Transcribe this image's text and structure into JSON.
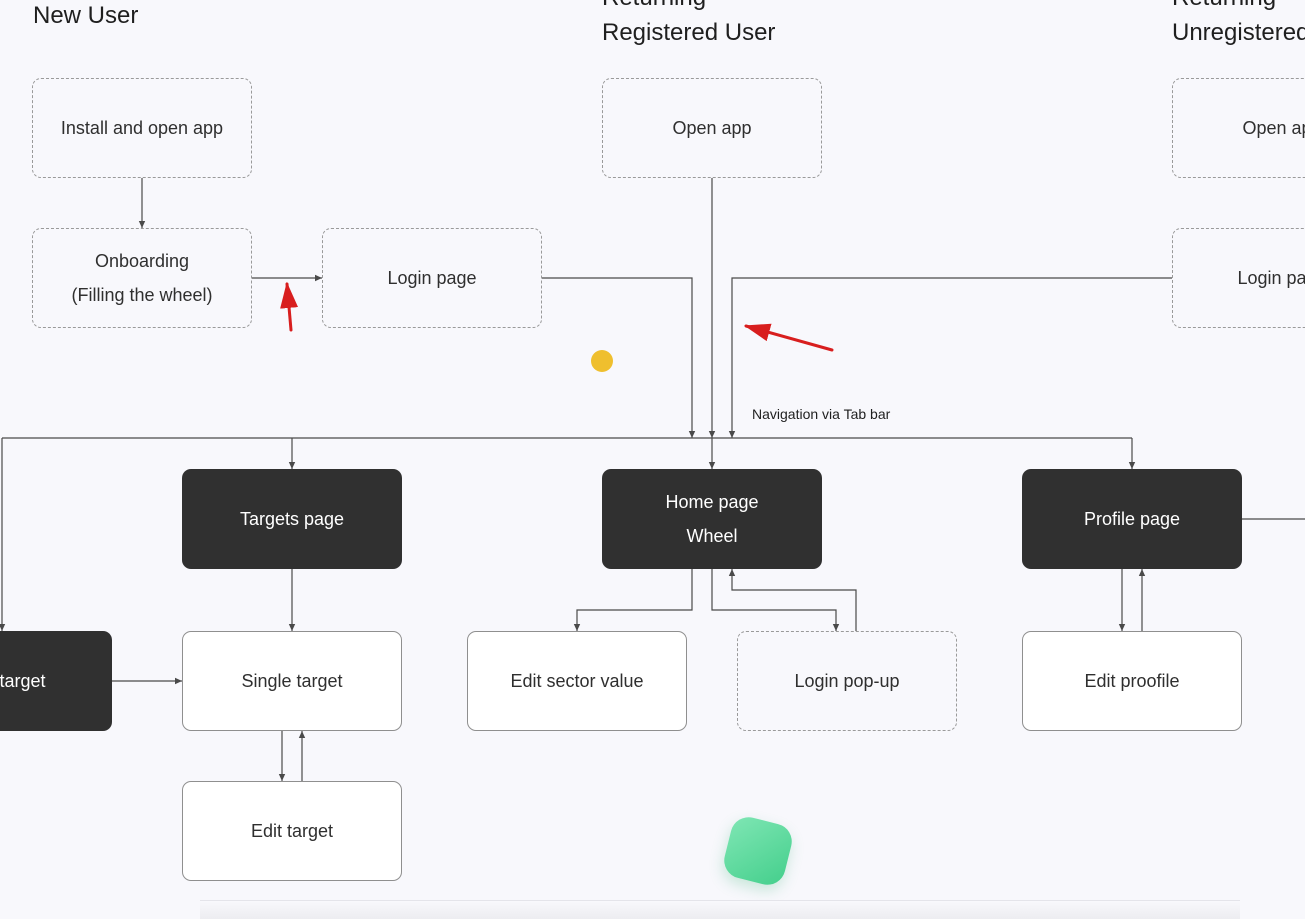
{
  "headings": {
    "new_user": "New User",
    "returning_registered_line1": "Returning",
    "returning_registered_line2": "Registered User",
    "returning_unregistered_line1": "Returning",
    "returning_unregistered_line2": "Unregistered"
  },
  "nodes": {
    "install_open_app": "Install and open app",
    "onboarding_line1": "Onboarding",
    "onboarding_line2": "(Filling the wheel)",
    "login_page_left": "Login page",
    "open_app_registered": "Open app",
    "open_app_unregistered": "Open app",
    "login_page_right": "Login page",
    "targets_page": "Targets page",
    "home_page_line1": "Home page",
    "home_page_line2": "Wheel",
    "profile_page": "Profile page",
    "new_target": "New target",
    "single_target": "Single target",
    "edit_target": "Edit target",
    "edit_sector_value": "Edit sector value",
    "login_popup": "Login pop-up",
    "edit_profile": "Edit proofile"
  },
  "notes": {
    "tab_bar_navigation": "Navigation via Tab bar"
  },
  "colors": {
    "background": "#f8f8fc",
    "dark_node": "#303030",
    "connector": "#4a4a4a",
    "annotation_arrow": "#d81e1e",
    "marker_dot": "#efbf2e",
    "marker_blob": "#56d79a"
  }
}
